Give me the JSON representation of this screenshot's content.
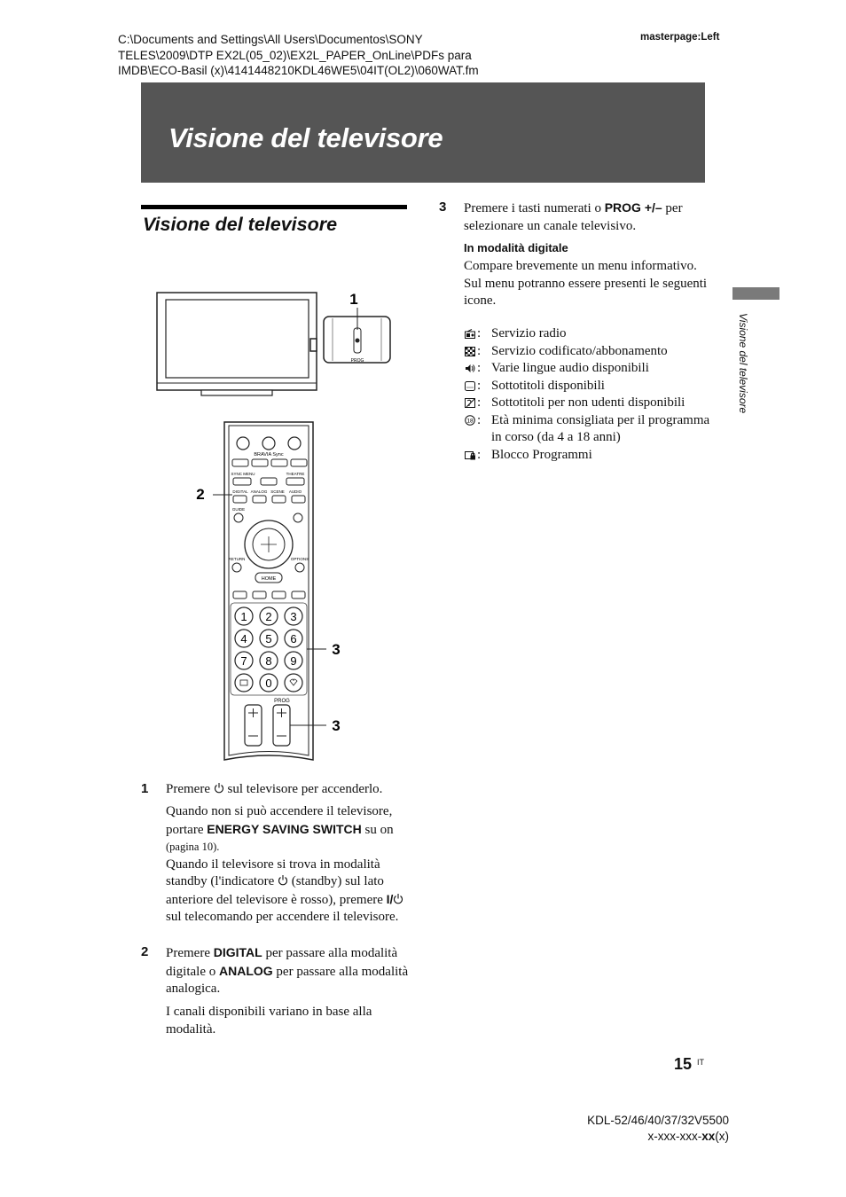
{
  "header": {
    "file_path_1": "C:\\Documents and Settings\\All Users\\Documentos\\SONY",
    "file_path_2": "TELES\\2009\\DTP EX2L(05_02)\\EX2L_PAPER_OnLine\\PDFs para",
    "file_path_3": "IMDB\\ECO-Basil (x)\\4141448210KDL46WE5\\04IT(OL2)\\060WAT.fm",
    "masterpage": "masterpage:Left"
  },
  "banner": {
    "title": "Visione del televisore",
    "color": "#555555"
  },
  "section": {
    "title": "Visione del televisore"
  },
  "side_tab": {
    "label": "Visione del televisore",
    "color": "#7a7a7a"
  },
  "illustration": {
    "callout_1": "1",
    "callout_2": "2",
    "callout_3a": "3",
    "callout_3b": "3",
    "prog_text": "PROG",
    "remote": {
      "bravia_sync": "BRAVIA Sync",
      "sync_menu": "SYNC MENU",
      "theatre": "THEATRE",
      "digital": "DIGITAL",
      "analog": "ANALOG",
      "scene": "SCENE",
      "audio": "AUDIO",
      "guide": "GUIDE",
      "return": "RETURN",
      "options": "OPTIONS",
      "home": "HOME",
      "numbers": [
        "1",
        "2",
        "3",
        "4",
        "5",
        "6",
        "7",
        "8",
        "9",
        "0"
      ],
      "prog_label": "PROG"
    }
  },
  "steps": {
    "s1": {
      "num": "1",
      "pre": "Premere",
      "post": "sul televisore per accenderlo.",
      "p1a": "Quando non si può accendere il televisore, portare",
      "p1_switch": "ENERGY SAVING SWITCH",
      "p1b": "su on",
      "p1_ref": "(pagina 10).",
      "p2a": "Quando il televisore si trova in modalità standby (l'indicatore",
      "p2b": "(standby) sul lato anteriore del televisore è rosso), premere",
      "p2_key": "I/",
      "p2c": "sul telecomando per accendere il televisore."
    },
    "s2": {
      "num": "2",
      "pre": "Premere",
      "digital": "DIGITAL",
      "mid": "per passare alla modalità digitale o",
      "analog": "ANALOG",
      "post": "per passare alla modalità analogica.",
      "note": "I canali disponibili variano in base alla modalità."
    },
    "s3": {
      "num": "3",
      "pre": "Premere i tasti numerati o",
      "key": "PROG +/–",
      "post": "per selezionare un canale televisivo.",
      "digital_heading": "In modalità digitale",
      "digital_desc": "Compare brevemente un menu informativo. Sul menu potranno essere presenti le seguenti icone."
    }
  },
  "icon_list": [
    {
      "icon": "radio-icon",
      "text": "Servizio radio"
    },
    {
      "icon": "scrambled-icon",
      "text": "Servizio codificato/abbonamento"
    },
    {
      "icon": "audio-languages-icon",
      "text": "Varie lingue audio disponibili"
    },
    {
      "icon": "subtitles-icon",
      "text": "Sottotitoli disponibili"
    },
    {
      "icon": "hearing-impaired-subtitles-icon",
      "text": "Sottotitoli per non udenti disponibili"
    },
    {
      "icon": "minimum-age-icon",
      "text": "Età minima consigliata per il programma in corso (da 4 a 18 anni)"
    },
    {
      "icon": "parental-lock-icon",
      "text": "Blocco Programmi"
    }
  ],
  "icon_colon": ":",
  "footer": {
    "page_number": "15",
    "page_lang": "IT",
    "model": "KDL-52/46/40/37/32V5500",
    "code_a": "x-xxx-xxx-",
    "code_b": "xx",
    "code_c": "(x)"
  }
}
